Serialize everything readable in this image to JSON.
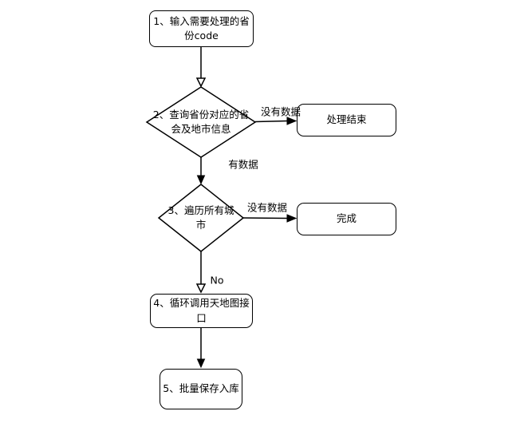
{
  "diagram": {
    "title": "province-city-processing-flowchart",
    "colors": {
      "stroke": "#000000",
      "background": "#ffffff",
      "text": "#000000"
    },
    "nodes": {
      "step1": {
        "label": "1、输入需要处理的省\n份code",
        "shape": "rounded-rect"
      },
      "decision2": {
        "label": "2、查询省份对应的省\n会及地市信息",
        "shape": "diamond"
      },
      "end_processing": {
        "label": "处理结束",
        "shape": "rounded-rect"
      },
      "decision3": {
        "label": "3、遍历所有城\n市",
        "shape": "diamond"
      },
      "done": {
        "label": "完成",
        "shape": "rounded-rect"
      },
      "step4": {
        "label": "4、循环调用天地图接\n口",
        "shape": "rounded-rect"
      },
      "step5": {
        "label": "5、批量保存入库",
        "shape": "rounded-rect"
      }
    },
    "edge_labels": {
      "no_data_1": "没有数据",
      "has_data": "有数据",
      "no_data_2": "没有数据",
      "no": "No"
    }
  }
}
